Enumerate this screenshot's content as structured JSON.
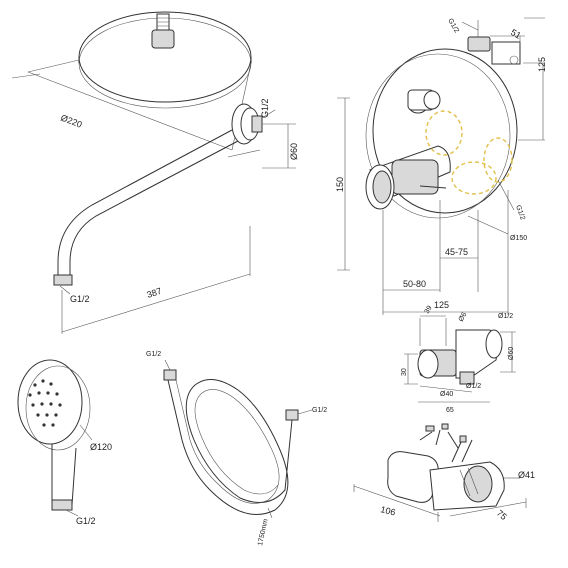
{
  "shower_head": {
    "diameter": "Ø220"
  },
  "shower_arm": {
    "thread_top": "G1/2",
    "height": "Ø60",
    "thread_bottom": "G1/2",
    "length": "387"
  },
  "mixer": {
    "thread": "G1/2",
    "width_top": "51",
    "height_right": "125",
    "height_left": "150",
    "thread_side": "G1/2",
    "plate_diameter": "Ø150",
    "dim_a": "50-80",
    "dim_b": "45-75",
    "dim_total": "125"
  },
  "hand_shower": {
    "diameter": "Ø120",
    "thread": "G1/2"
  },
  "hose": {
    "thread_top": "G1/2",
    "thread_right": "G1/2",
    "length": "1750mm"
  },
  "outlet_elbow": {
    "d1": "Ø6",
    "d2": "Ø1/2",
    "d3": "Ø1/2",
    "w1": "39",
    "w2": "Ø40",
    "h1": "30",
    "w3": "65",
    "h2": "Ø60"
  },
  "holder": {
    "diameter": "Ø41",
    "length": "106",
    "depth": "75"
  }
}
